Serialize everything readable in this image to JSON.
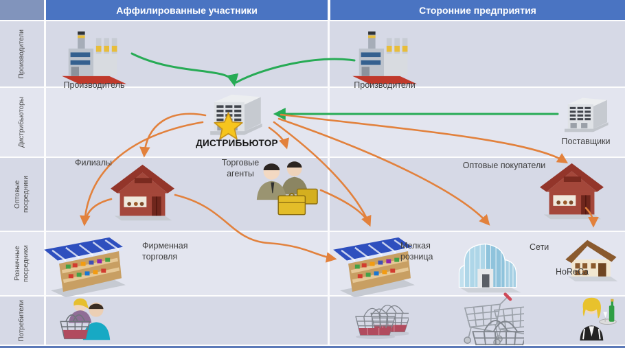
{
  "header": {
    "left_label": "Аффилированные участники",
    "right_label": "Сторонние предприятия"
  },
  "row_labels": [
    {
      "label": "Производители"
    },
    {
      "label": "Дистрибьюторы"
    },
    {
      "label": "Оптовые посредники"
    },
    {
      "label": "Розничные посредники"
    },
    {
      "label": "Потребители"
    }
  ],
  "nodes": {
    "producer": {
      "label": "Производитель",
      "icon": "factory-icon"
    },
    "producers": {
      "label": "Производители",
      "icon": "factory-icon"
    },
    "distributor": {
      "label": "ДИСТРИБЬЮТОР",
      "icon": "warehouse-star-icon"
    },
    "suppliers": {
      "label": "Поставщики",
      "icon": "warehouse-icon"
    },
    "branches": {
      "label": "Филиалы",
      "icon": "shop-icon"
    },
    "agents": {
      "label": "Торговые агенты",
      "icon": "sales-agents-icon"
    },
    "wholesale_buyers": {
      "label": "Оптовые покупатели",
      "icon": "shop-icon"
    },
    "brand_trade": {
      "label": "Фирменная торговля",
      "icon": "market-stall-icon"
    },
    "small_retail": {
      "label": "Мелкая розница",
      "icon": "market-stall-icon"
    },
    "chains": {
      "label": "Сети",
      "icon": "mall-icon"
    },
    "horeca": {
      "label": "HoReCa",
      "icon": "house-icon"
    },
    "consumers_couple": {
      "icon": "shoppers-couple-icon"
    },
    "consumers_baskets": {
      "icon": "shopping-baskets-icon"
    },
    "consumers_carts": {
      "icon": "shopping-carts-icon"
    },
    "consumers_waitress": {
      "icon": "waitress-icon"
    }
  },
  "edges": [
    {
      "from": "Производитель",
      "to": "ДИСТРИБЬЮТОР",
      "color": "green"
    },
    {
      "from": "Производители",
      "to": "ДИСТРИБЬЮТОР",
      "color": "green"
    },
    {
      "from": "Поставщики",
      "to": "ДИСТРИБЬЮТОР",
      "color": "green"
    },
    {
      "from": "ДИСТРИБЬЮТОР",
      "to": "Филиалы",
      "color": "orange"
    },
    {
      "from": "ДИСТРИБЬЮТОР",
      "to": "Фирменная торговля",
      "color": "orange"
    },
    {
      "from": "ДИСТРИБЬЮТОР",
      "to": "Торговые агенты",
      "color": "orange"
    },
    {
      "from": "ДИСТРИБЬЮТОР",
      "to": "Мелкая розница",
      "color": "orange"
    },
    {
      "from": "ДИСТРИБЬЮТОР",
      "to": "Сети",
      "color": "orange"
    },
    {
      "from": "ДИСТРИБЬЮТОР",
      "to": "Оптовые покупатели",
      "color": "orange"
    },
    {
      "from": "Филиалы",
      "to": "Фирменная торговля",
      "color": "orange"
    },
    {
      "from": "Филиалы",
      "to": "Мелкая розница",
      "color": "orange"
    },
    {
      "from": "Торговые агенты",
      "to": "Мелкая розница",
      "color": "orange"
    },
    {
      "from": "Оптовые покупатели",
      "to": "HoReCa",
      "color": "orange"
    }
  ],
  "colors": {
    "header_bg": "#4a74c2",
    "header_text": "#ffffff",
    "corner_bg": "#8194bc",
    "band_dark": "#d6d9e6",
    "band_light": "#e3e5ef",
    "arrow_green": "#27ab55",
    "arrow_orange": "#e2813c",
    "bottom_bar": "#5b79b8",
    "text_dark": "#3d3d3d"
  }
}
